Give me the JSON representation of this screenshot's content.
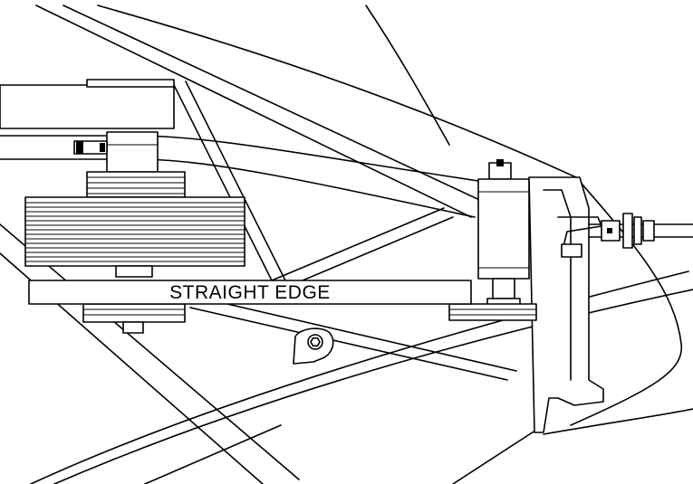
{
  "diagram": {
    "type": "mechanical line drawing",
    "labels": {
      "straight_edge": "STRAIGHT EDGE"
    },
    "colors": {
      "line": "#000000",
      "background": "#ffffff"
    },
    "parts": [
      "upper-frame-beam",
      "frame-tube",
      "idler-pulley-stack",
      "drive-pulley-stack",
      "gearbox-housing",
      "drive-shaft-coupling",
      "adjuster-arm",
      "straight-edge-bar",
      "deck-shell"
    ]
  }
}
